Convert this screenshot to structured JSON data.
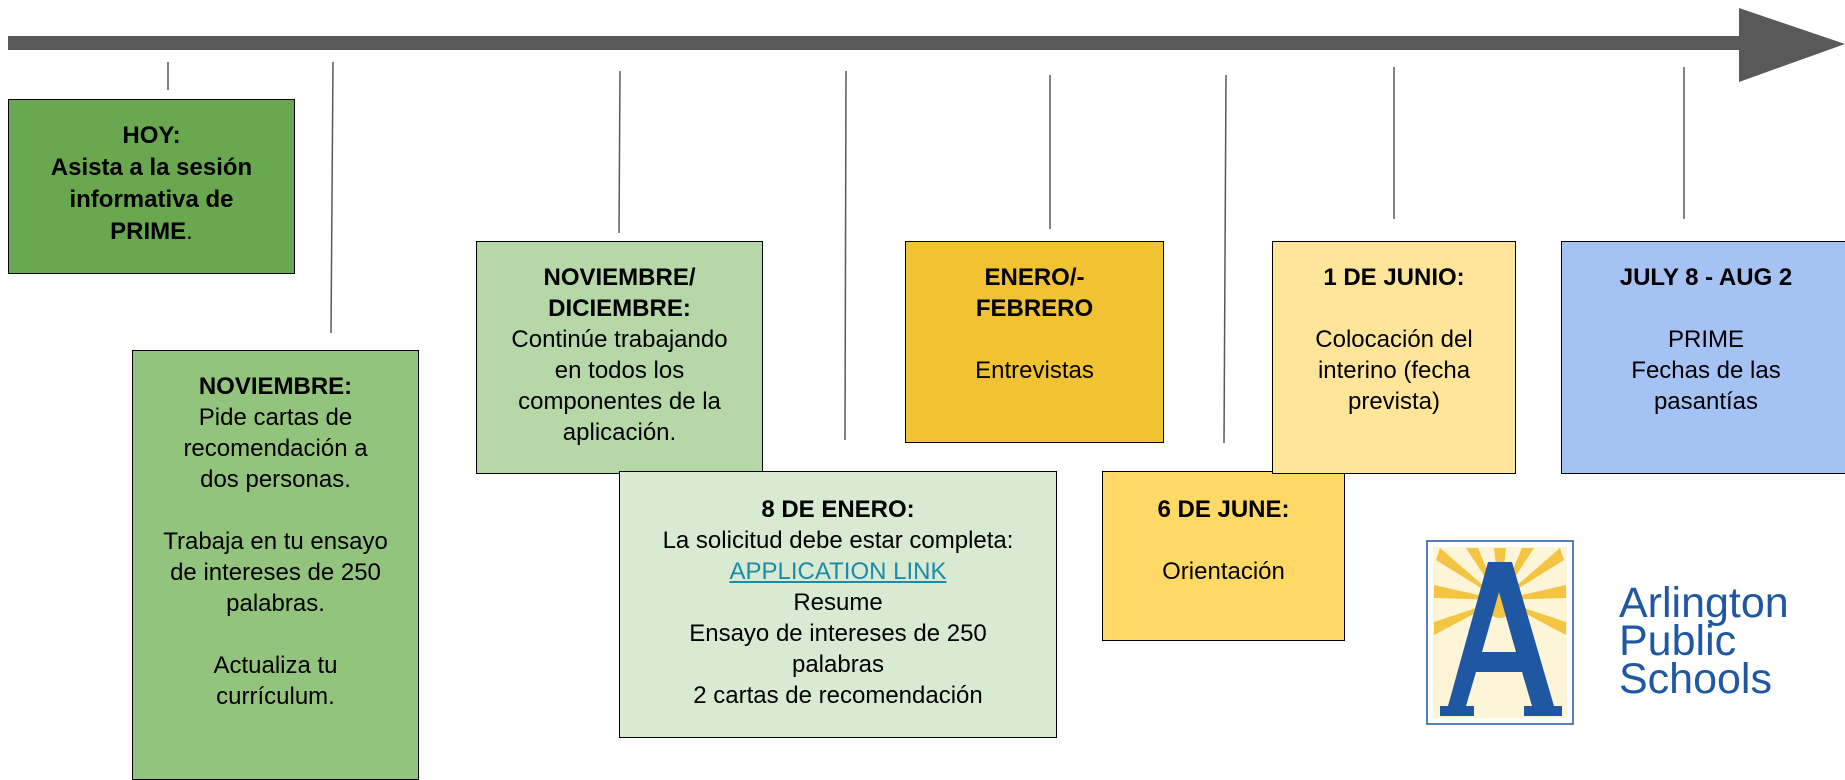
{
  "timeline": {
    "boxes": {
      "hoy": {
        "title": "HOY:",
        "line1": "Asista a la sesión",
        "line2": "informativa de",
        "line3_bold": "PRIME",
        "line3_rest": ".",
        "fill": "#6aa84f"
      },
      "noviembre": {
        "title": "NOVIEMBRE:",
        "lines_a": [
          "Pide cartas de",
          "recomendación a",
          "dos personas."
        ],
        "lines_b": [
          "Trabaja en tu ensayo",
          "de intereses de 250",
          "palabras."
        ],
        "lines_c": [
          "Actualiza tu",
          "currículum."
        ],
        "fill": "#93c47d"
      },
      "nov_dic": {
        "title_1": "NOVIEMBRE/",
        "title_2": "DICIEMBRE:",
        "lines": [
          "Continúe trabajando",
          "en todos los",
          "componentes de la",
          "aplicación."
        ],
        "fill": "#b6d7a8"
      },
      "enero_8": {
        "title": "8 DE ENERO:",
        "line1": "La solicitud debe estar completa:",
        "link": "APPLICATION LINK",
        "line3": "Resume",
        "line4": "Ensayo de intereses de 250",
        "line5": "palabras",
        "line6": "2 cartas de recomendación",
        "fill": "#d9ead3"
      },
      "enero_feb": {
        "title_1": "ENERO/-",
        "title_2": "FEBRERO",
        "body": "Entrevistas",
        "fill": "#f1c232"
      },
      "june_6": {
        "title": "6 DE JUNE:",
        "body": "Orientación",
        "fill": "#ffd966"
      },
      "junio_1": {
        "title": "1 DE JUNIO:",
        "lines": [
          "Colocación del",
          "interino (fecha",
          "prevista)"
        ],
        "fill": "#ffe599"
      },
      "july": {
        "title": "JULY 8 - AUG 2",
        "lines": [
          "PRIME",
          "Fechas de las",
          "pasantías"
        ],
        "fill": "#a4c2f4"
      }
    },
    "arrow_color": "#595959",
    "connector_color": "#595959"
  },
  "logo": {
    "lines": [
      "Arlington",
      "Public",
      "Schools"
    ],
    "brand_color": "#1f57a3",
    "sun_color": "#f4c542"
  }
}
